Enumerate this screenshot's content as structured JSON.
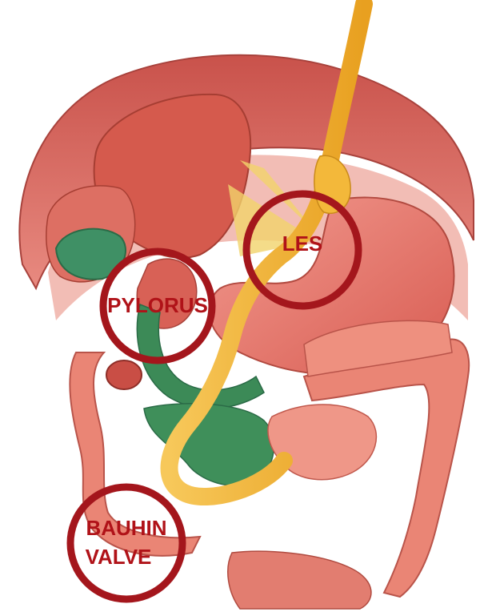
{
  "labels": {
    "les": "LES",
    "pylorus": "PYLORUS",
    "bauhin_line1": "BAUHIN",
    "bauhin_line2": "VALVE"
  },
  "colors": {
    "marker_ring": "#a4161c",
    "label_text": "#b01218",
    "muscle": "#e0706a",
    "muscle_dark": "#b9443f",
    "liver": "#d45a4c",
    "stomach": "#e87a70",
    "esophagus_tube": "#f2b233",
    "gallbladder": "#3e8f62",
    "intestine": "#ec8b7c",
    "duodenum_green": "#3c8a57"
  }
}
